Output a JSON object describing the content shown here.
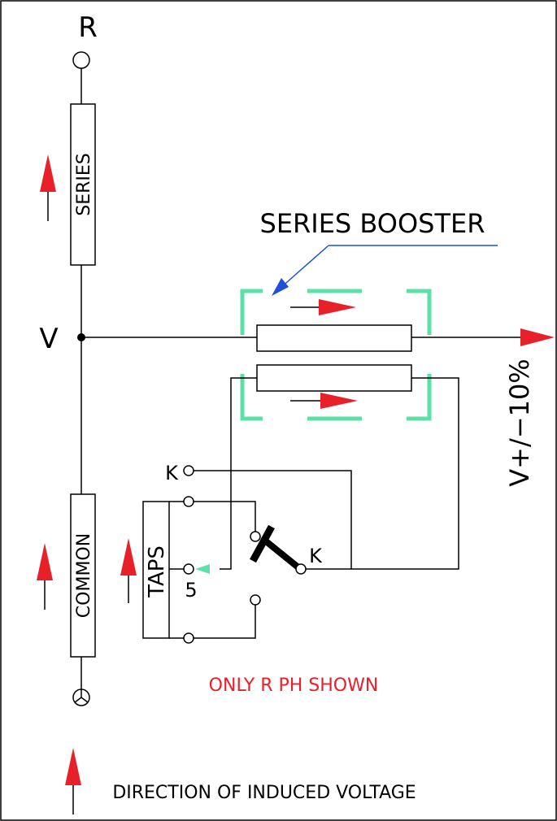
{
  "labels": {
    "phase_r": "R",
    "node_v": "V",
    "series_winding": "SERIES",
    "common_winding": "COMMON",
    "booster_title": "SERIES BOOSTER",
    "output_voltage": "V+/−10%",
    "taps": "TAPS",
    "tap_number": "5",
    "tap_k_top": "K",
    "tap_k_selector": "K",
    "note": "ONLY R PH SHOWN",
    "legend": "DIRECTION OF INDUCED VOLTAGE"
  },
  "colors": {
    "line": "#000000",
    "arrow_red": "#e8202a",
    "leader_blue": "#1f4fd8",
    "booster_dash": "#5de0a8",
    "tap_marker": "#5de0a8"
  },
  "icons": {
    "terminal": "open-circle-terminal",
    "neutral": "neutral-star-icon",
    "voltage_direction": "up-arrow-icon"
  }
}
